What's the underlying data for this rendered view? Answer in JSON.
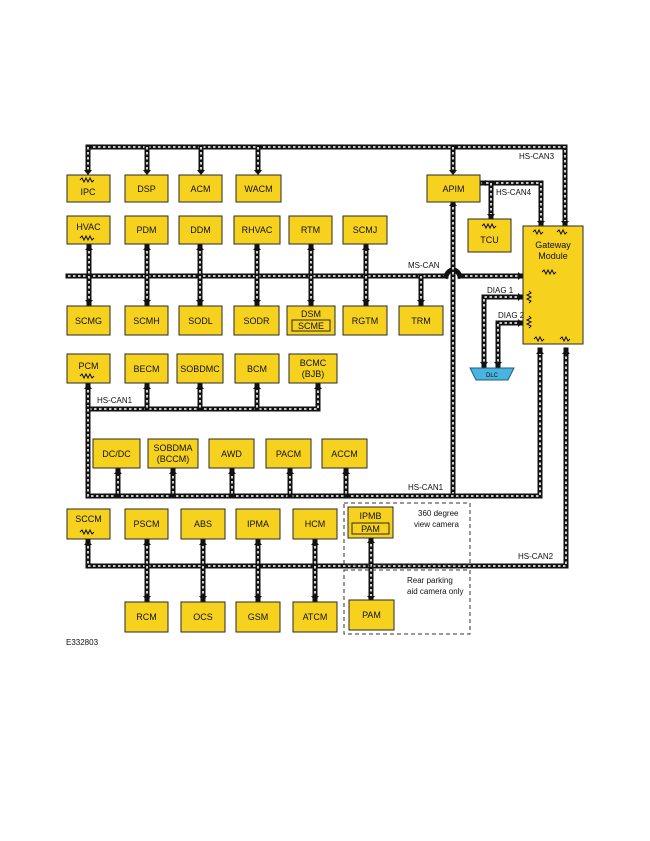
{
  "figure_id": "E332803",
  "buses": {
    "hs_can3": "HS-CAN3",
    "hs_can4": "HS-CAN4",
    "ms_can": "MS-CAN",
    "diag1": "DIAG 1",
    "diag2": "DIAG 2",
    "hs_can1_upper": "HS-CAN1",
    "hs_can1_lower": "HS-CAN1",
    "hs_can2": "HS-CAN2"
  },
  "modules": {
    "ipc": "IPC",
    "dsp": "DSP",
    "acm": "ACM",
    "wacm": "WACM",
    "apim": "APIM",
    "tcu": "TCU",
    "gateway_line1": "Gateway",
    "gateway_line2": "Module",
    "hvac": "HVAC",
    "pdm": "PDM",
    "ddm": "DDM",
    "rhvac": "RHVAC",
    "rtm": "RTM",
    "scmj": "SCMJ",
    "scmg": "SCMG",
    "scmh": "SCMH",
    "sodl": "SODL",
    "sodr": "SODR",
    "dsm": "DSM",
    "scme": "SCME",
    "rgtm": "RGTM",
    "trm": "TRM",
    "dlc": "DLC",
    "pcm": "PCM",
    "becm": "BECM",
    "sobdmc": "SOBDMC",
    "bcm": "BCM",
    "bcmc_line1": "BCMC",
    "bcmc_line2": "(BJB)",
    "dcdc": "DC/DC",
    "sobdma_line1": "SOBDMA",
    "sobdma_line2": "(BCCM)",
    "awd": "AWD",
    "pacm": "PACM",
    "accm": "ACCM",
    "sccm": "SCCM",
    "pscm": "PSCM",
    "abs": "ABS",
    "ipma": "IPMA",
    "hcm": "HCM",
    "ipmb": "IPMB",
    "pam_inner": "PAM",
    "rcm": "RCM",
    "ocs": "OCS",
    "gsm": "GSM",
    "atcm": "ATCM",
    "pam": "PAM"
  },
  "notes": {
    "camera360_line1": "360 degree",
    "camera360_line2": "view camera",
    "rear_line1": "Rear parking",
    "rear_line2": "aid camera only"
  },
  "colors": {
    "module_fill": "#f6d21f",
    "dlc_fill": "#4ab3e0",
    "bus": "#111111"
  }
}
